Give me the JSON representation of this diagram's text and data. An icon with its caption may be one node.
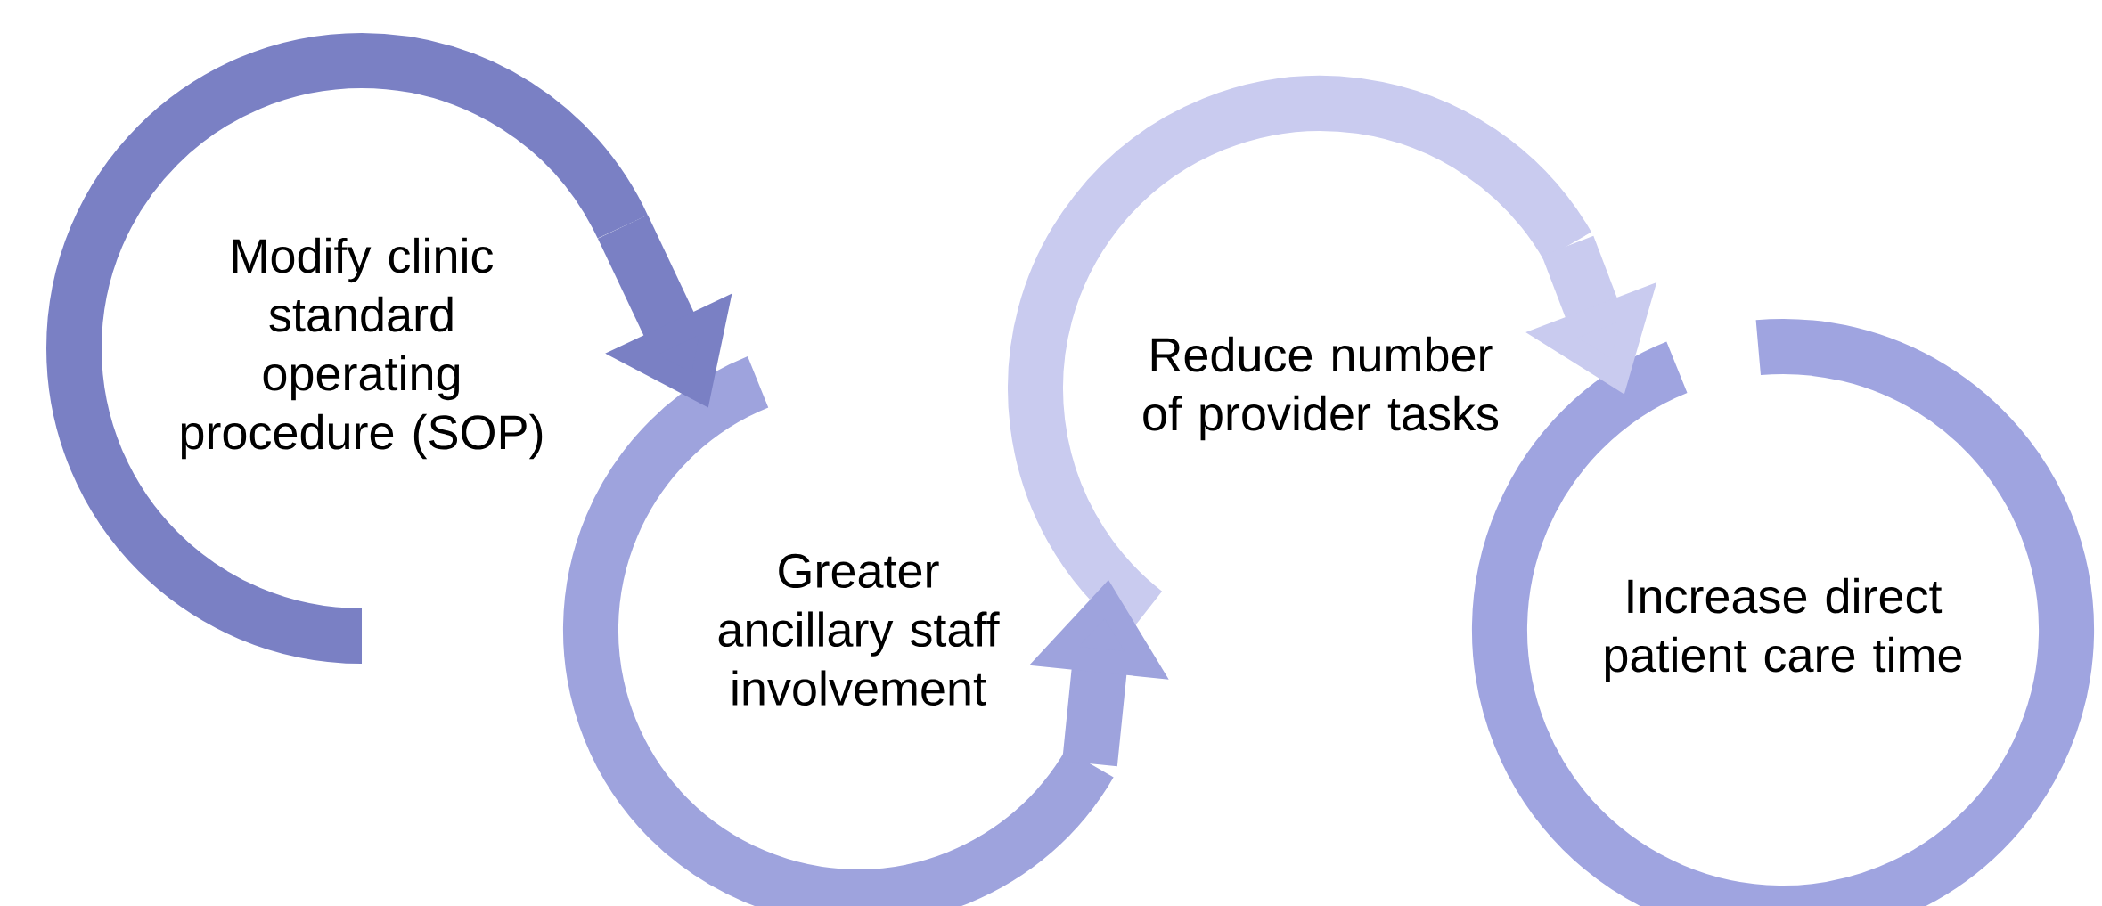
{
  "diagram": {
    "nodes": [
      {
        "text": [
          "Modify clinic standard operating procedure (SOP)"
        ]
      },
      {
        "text": [
          "Greater ancillary staff involvement"
        ]
      },
      {
        "text": [
          "Reduce number of provider tasks"
        ]
      },
      {
        "text": [
          "Increase direct patient care time"
        ]
      }
    ],
    "edges": [
      {
        "from": 0,
        "to": 1,
        "arrow": "to",
        "color": "#7a80c4"
      },
      {
        "from": 1,
        "to": 2,
        "arrow": "to",
        "color": "#9ea3dd"
      },
      {
        "from": 2,
        "to": 3,
        "arrow": "to",
        "color": "#c9cbef"
      }
    ]
  }
}
